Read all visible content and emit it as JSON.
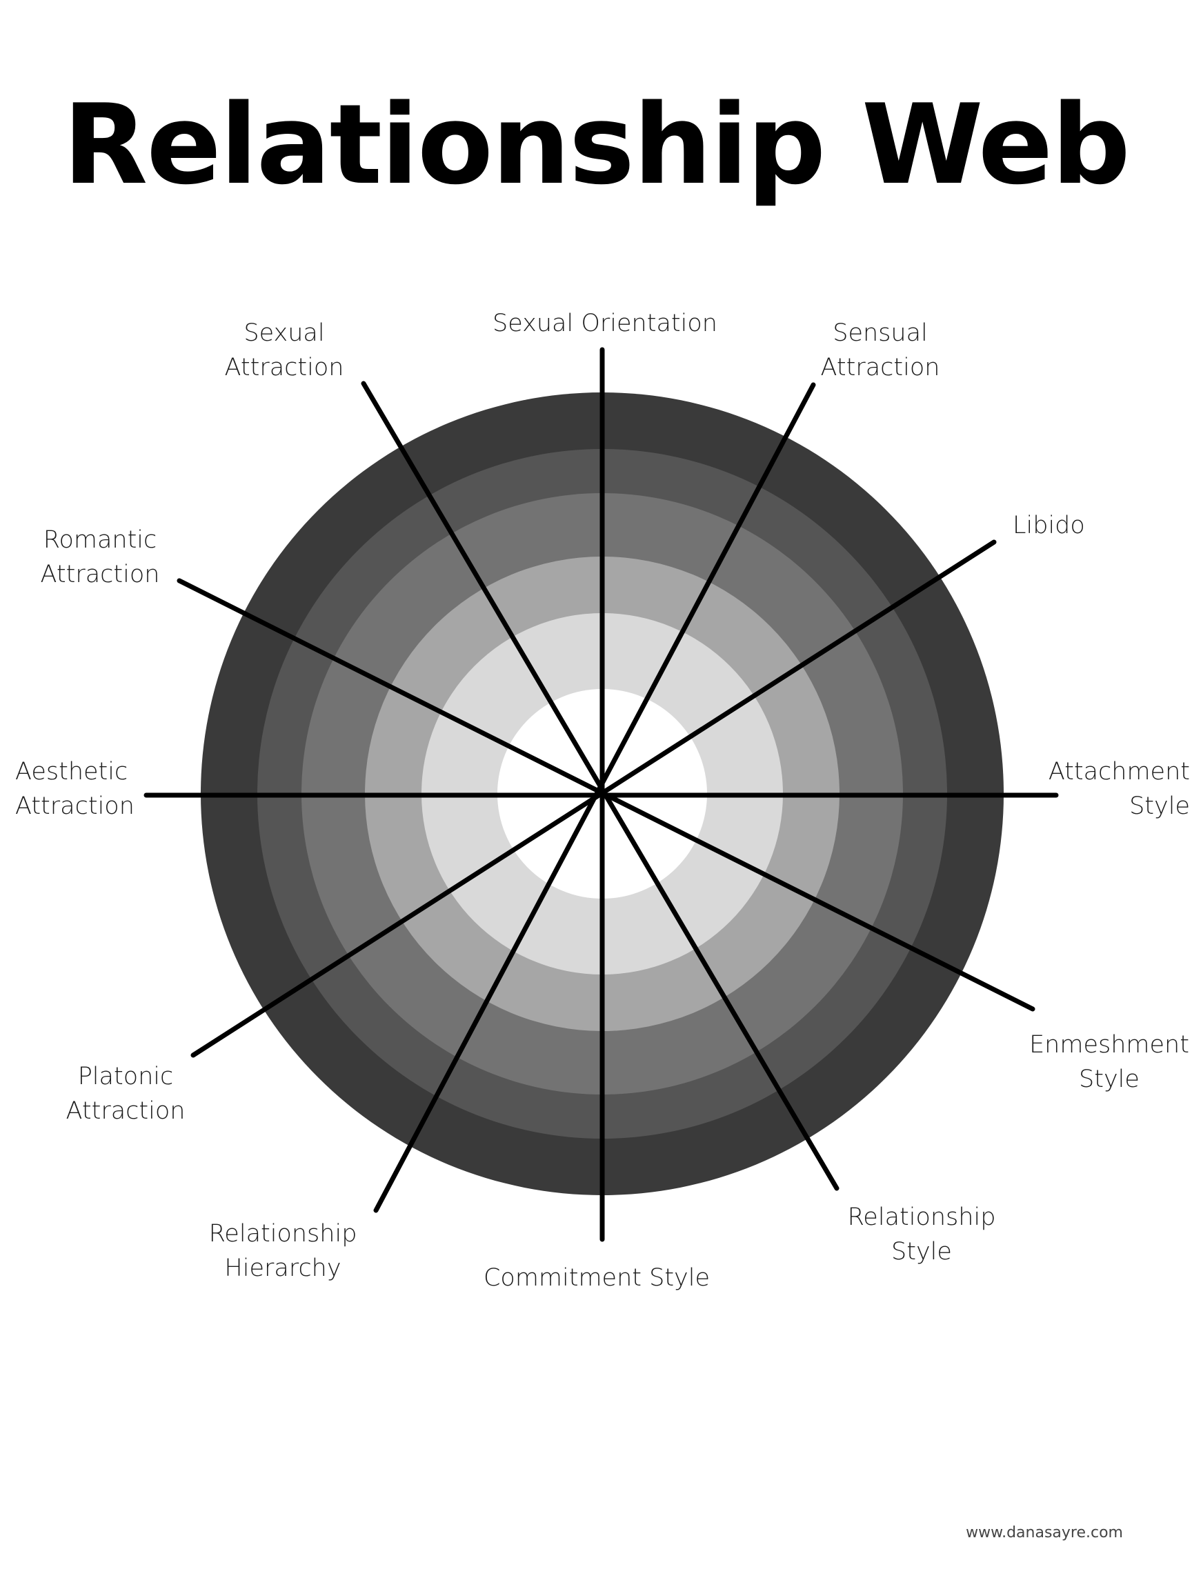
{
  "title": "Relationship Web",
  "footer": "www.danasayre.com",
  "colors": {
    "rings": [
      "#3a3a3a",
      "#555555",
      "#737373",
      "#a6a6a6",
      "#d9d9d9",
      "#ffffff"
    ],
    "spokes": "#000000",
    "text": "#1c1c1c"
  },
  "labels": {
    "sexual_orientation": [
      "Sexual Orientation"
    ],
    "sensual_attraction": [
      "Sensual",
      "Attraction"
    ],
    "libido": [
      "Libido"
    ],
    "attachment_style": [
      "Attachment",
      "Style"
    ],
    "enmeshment_style": [
      "Enmeshment",
      "Style"
    ],
    "relationship_style": [
      "Relationship",
      "Style"
    ],
    "commitment_style": [
      "Commitment Style"
    ],
    "relationship_hierarchy": [
      "Relationship",
      "Hierarchy"
    ],
    "platonic_attraction": [
      "Platonic",
      "Attraction"
    ],
    "aesthetic_attraction": [
      "Aesthetic",
      "Attraction"
    ],
    "romantic_attraction": [
      "Romantic",
      "Attraction"
    ],
    "sexual_attraction": [
      "Sexual",
      "Attraction"
    ]
  }
}
